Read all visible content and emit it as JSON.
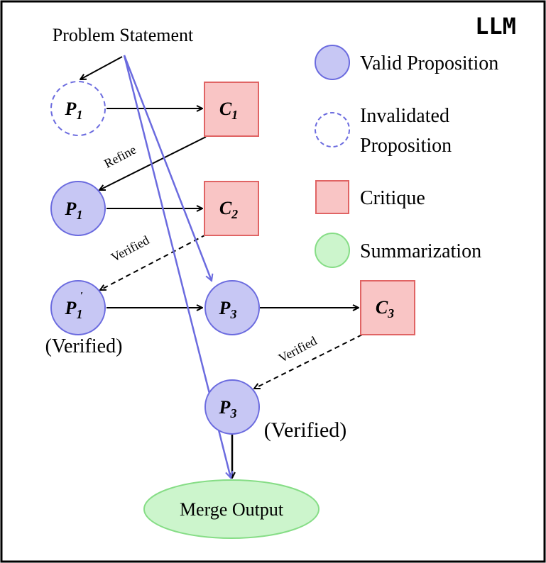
{
  "title": "LLM",
  "problem_statement": "Problem Statement",
  "nodes": {
    "p1_invalid": {
      "label": "P",
      "sub": "1"
    },
    "c1": {
      "label": "C",
      "sub": "1"
    },
    "p1_valid": {
      "label": "P",
      "sub": "1"
    },
    "c2": {
      "label": "C",
      "sub": "2"
    },
    "p1_prime": {
      "label": "P",
      "sub": "1",
      "prime": "′"
    },
    "p3": {
      "label": "P",
      "sub": "3"
    },
    "c3": {
      "label": "C",
      "sub": "3"
    },
    "p3_verified": {
      "label": "P",
      "sub": "3"
    },
    "merge_output": "Merge Output"
  },
  "edge_labels": {
    "refine": "Refine",
    "verified_1": "Verified",
    "verified_2": "Verified"
  },
  "verified_notes": {
    "p1_prime": "(Verified)",
    "p3": "(Verified)"
  },
  "legend": {
    "valid": "Valid Proposition",
    "invalidated_line1": "Invalidated",
    "invalidated_line2": "Proposition",
    "critique": "Critique",
    "summarization": "Summarization"
  },
  "colors": {
    "proposition_fill": "#c7c7f4",
    "proposition_stroke": "#6b6bdf",
    "critique_fill": "#f9c5c5",
    "critique_stroke": "#e06464",
    "summary_fill": "#ccf5cc",
    "summary_stroke": "#86dd86",
    "flow_blue": "#6b6bdf"
  }
}
